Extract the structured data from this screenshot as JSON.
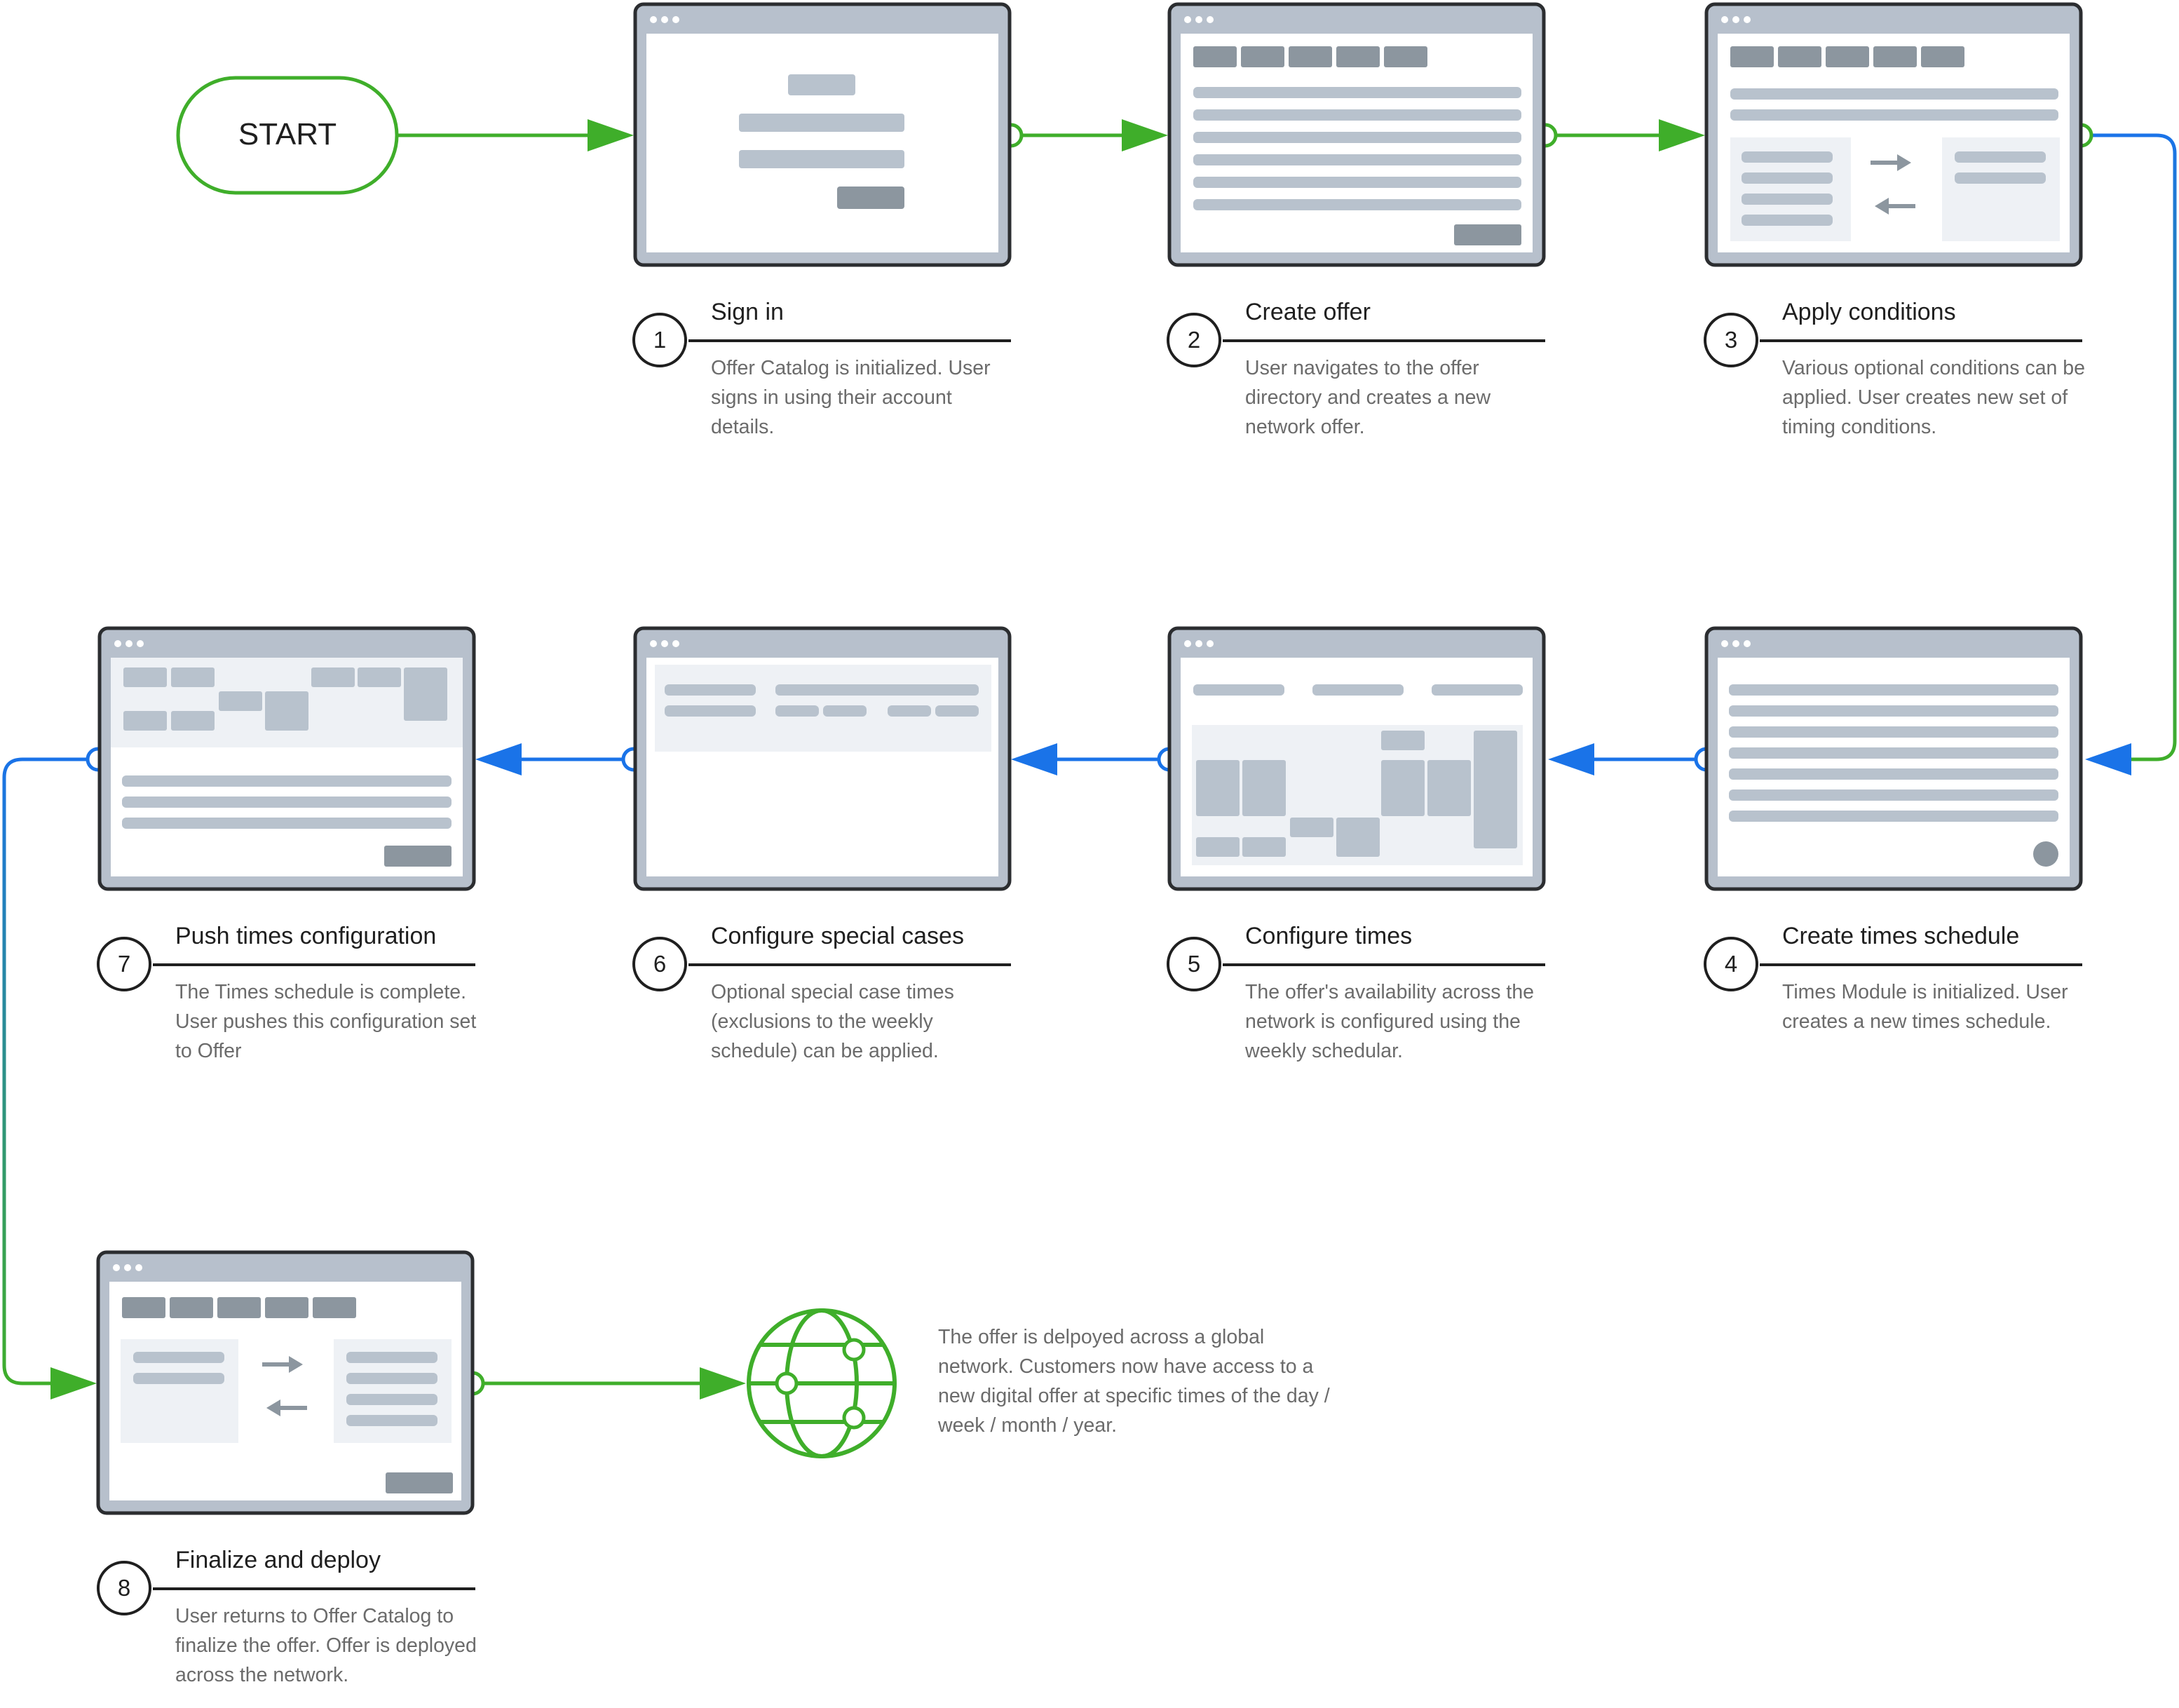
{
  "start": {
    "label": "START"
  },
  "colors": {
    "green": "#3fae2a",
    "blue": "#1a73e8",
    "frame_dark": "#2b2d30",
    "frame_bar": "#b7c0cc",
    "placeholder_light": "#b8c2cd",
    "placeholder_dark": "#8c969f",
    "panel": "#eef1f5"
  },
  "steps": [
    {
      "number": "1",
      "title": "Sign in",
      "description": "Offer Catalog is initialized. User signs in using their account details."
    },
    {
      "number": "2",
      "title": "Create offer",
      "description": "User navigates to the offer directory and creates a new network offer."
    },
    {
      "number": "3",
      "title": "Apply conditions",
      "description": "Various optional conditions can be applied. User creates new set of timing conditions."
    },
    {
      "number": "4",
      "title": "Create times schedule",
      "description": "Times Module is initialized. User creates a new times schedule."
    },
    {
      "number": "5",
      "title": "Configure times",
      "description": "The offer's availability across the network is configured using the weekly schedular."
    },
    {
      "number": "6",
      "title": "Configure special cases",
      "description": "Optional special case times (exclusions to the weekly schedule) can be applied."
    },
    {
      "number": "7",
      "title": "Push times configuration",
      "description": "The Times schedule is complete. User pushes this configuration set to Offer"
    },
    {
      "number": "8",
      "title": "Finalize and deploy",
      "description": "User returns to Offer Catalog to finalize the offer. Offer is deployed across the network."
    }
  ],
  "final": {
    "icon": "globe-icon",
    "description": "The offer is delpoyed across a global network. Customers now have access to a new digital offer at specific times of the day / week / month / year."
  }
}
